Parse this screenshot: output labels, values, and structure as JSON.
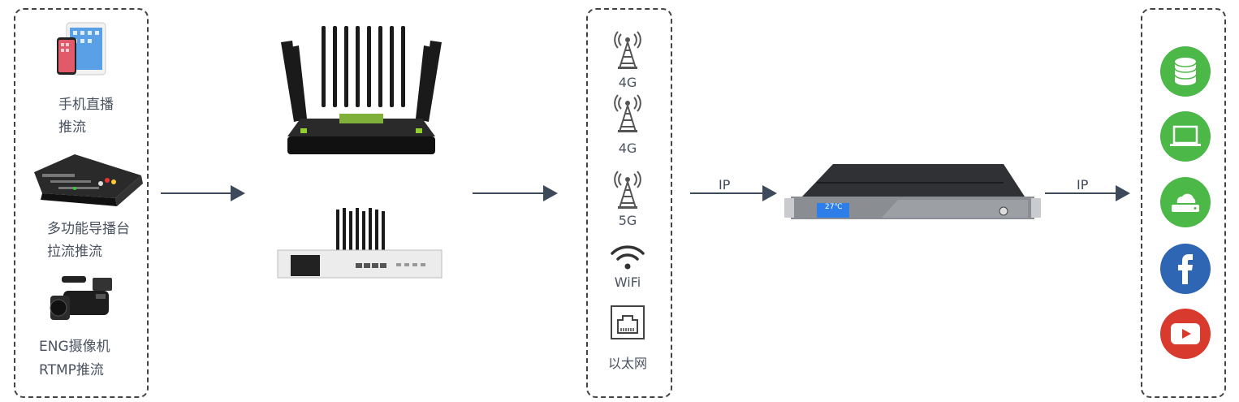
{
  "sources": [
    {
      "icon": "phone-tablet-icon",
      "line1": "手机直播",
      "line2": "推流"
    },
    {
      "icon": "video-switcher-icon",
      "line1": "多功能导播台",
      "line2": "拉流推流"
    },
    {
      "icon": "camcorder-icon",
      "line1": "ENG摄像机",
      "line2": "RTMP推流"
    }
  ],
  "networks": [
    {
      "icon": "cell-tower-icon",
      "label": "4G"
    },
    {
      "icon": "cell-tower-icon",
      "label": "4G"
    },
    {
      "icon": "cell-tower-icon",
      "label": "5G"
    },
    {
      "icon": "wifi-icon",
      "label": "WiFi"
    },
    {
      "icon": "ethernet-icon",
      "label": "以太网"
    }
  ],
  "arrows": {
    "ip1": "IP",
    "ip2": "IP"
  },
  "encoder": {
    "temp": "27℃"
  },
  "destinations": [
    {
      "icon": "database-icon",
      "color": "#4cb848"
    },
    {
      "icon": "laptop-icon",
      "color": "#4cb848"
    },
    {
      "icon": "cloud-server-icon",
      "color": "#4cb848"
    },
    {
      "icon": "facebook-icon",
      "color": "#2f66b3"
    },
    {
      "icon": "youtube-icon",
      "color": "#d93a2e"
    }
  ]
}
